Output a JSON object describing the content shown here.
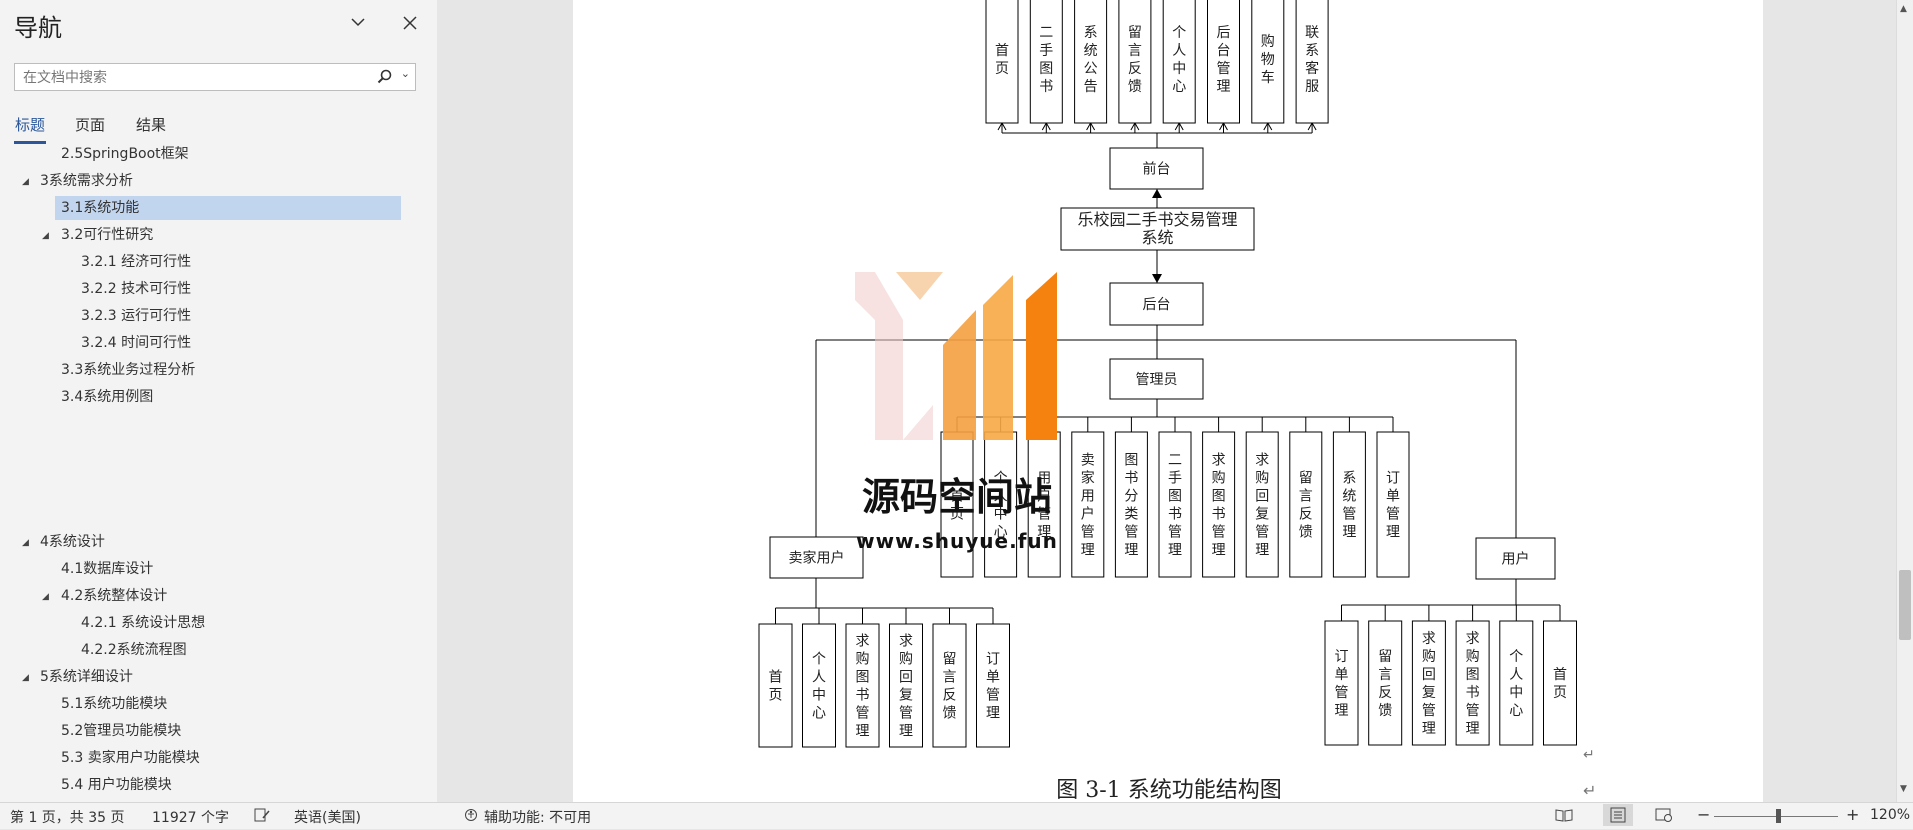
{
  "nav": {
    "title": "导航",
    "search_placeholder": "在文档中搜索",
    "tabs": [
      "标题",
      "页面",
      "结果"
    ],
    "items": [
      {
        "label": "2.5SpringBoot框架",
        "level": 2,
        "expandable": false
      },
      {
        "label": "3系统需求分析",
        "level": 1,
        "expandable": true
      },
      {
        "label": "3.1系统功能",
        "level": 2,
        "expandable": false,
        "selected": true
      },
      {
        "label": "3.2可行性研究",
        "level": 2,
        "expandable": true
      },
      {
        "label": "3.2.1 经济可行性",
        "level": 3,
        "expandable": false
      },
      {
        "label": "3.2.2 技术可行性",
        "level": 3,
        "expandable": false
      },
      {
        "label": "3.2.3 运行可行性",
        "level": 3,
        "expandable": false
      },
      {
        "label": "3.2.4 时间可行性",
        "level": 3,
        "expandable": false
      },
      {
        "label": "3.3系统业务过程分析",
        "level": 2,
        "expandable": false
      },
      {
        "label": "3.4系统用例图",
        "level": 2,
        "expandable": false
      },
      {
        "label": "4系统设计",
        "level": 1,
        "expandable": true
      },
      {
        "label": "4.1数据库设计",
        "level": 2,
        "expandable": false
      },
      {
        "label": "4.2系统整体设计",
        "level": 2,
        "expandable": true
      },
      {
        "label": "4.2.1 系统设计思想",
        "level": 3,
        "expandable": false
      },
      {
        "label": "4.2.2系统流程图",
        "level": 3,
        "expandable": false
      },
      {
        "label": "5系统详细设计",
        "level": 1,
        "expandable": true
      },
      {
        "label": "5.1系统功能模块",
        "level": 2,
        "expandable": false
      },
      {
        "label": "5.2管理员功能模块",
        "level": 2,
        "expandable": false
      },
      {
        "label": "5.3 卖家用户功能模块",
        "level": 2,
        "expandable": false
      },
      {
        "label": "5.4 用户功能模块",
        "level": 2,
        "expandable": false
      }
    ]
  },
  "diagram": {
    "front_modules": [
      "首页",
      "二手图书",
      "系统公告",
      "留言反馈",
      "个人中心",
      "后台管理",
      "购物车",
      "联系客服"
    ],
    "front": "前台",
    "system": [
      "乐校园二手书交易管理",
      "系统"
    ],
    "back": "后台",
    "admin": "管理员",
    "admin_modules": [
      "首页",
      "个人中心",
      "用户管理",
      "卖家用户管理",
      "图书分类管理",
      "二手图书管理",
      "求购图书管理",
      "求购回复管理",
      "留言反馈",
      "系统管理",
      "订单管理"
    ],
    "seller": "卖家用户",
    "seller_modules": [
      "首页",
      "个人中心",
      "求购图书管理",
      "求购回复管理",
      "留言反馈",
      "订单管理"
    ],
    "user": "用户",
    "user_modules": [
      "订单管理",
      "留言反馈",
      "求购回复管理",
      "求购图书管理",
      "个人中心",
      "首页"
    ],
    "caption": "图 3-1 系统功能结构图"
  },
  "watermark": {
    "name": "源码空间站",
    "url": "www.shuyue.fun"
  },
  "status": {
    "page": "第 1 页，共 35 页",
    "words": "11927 个字",
    "language": "英语(美国)",
    "accessibility": "辅助功能: 不可用",
    "zoom": "120%"
  },
  "colors": {
    "accent": "#2b579a",
    "selected_bg": "#c2d5ee",
    "watermark_orange": "#f5820f",
    "watermark_pink": "#f0c8c8"
  }
}
